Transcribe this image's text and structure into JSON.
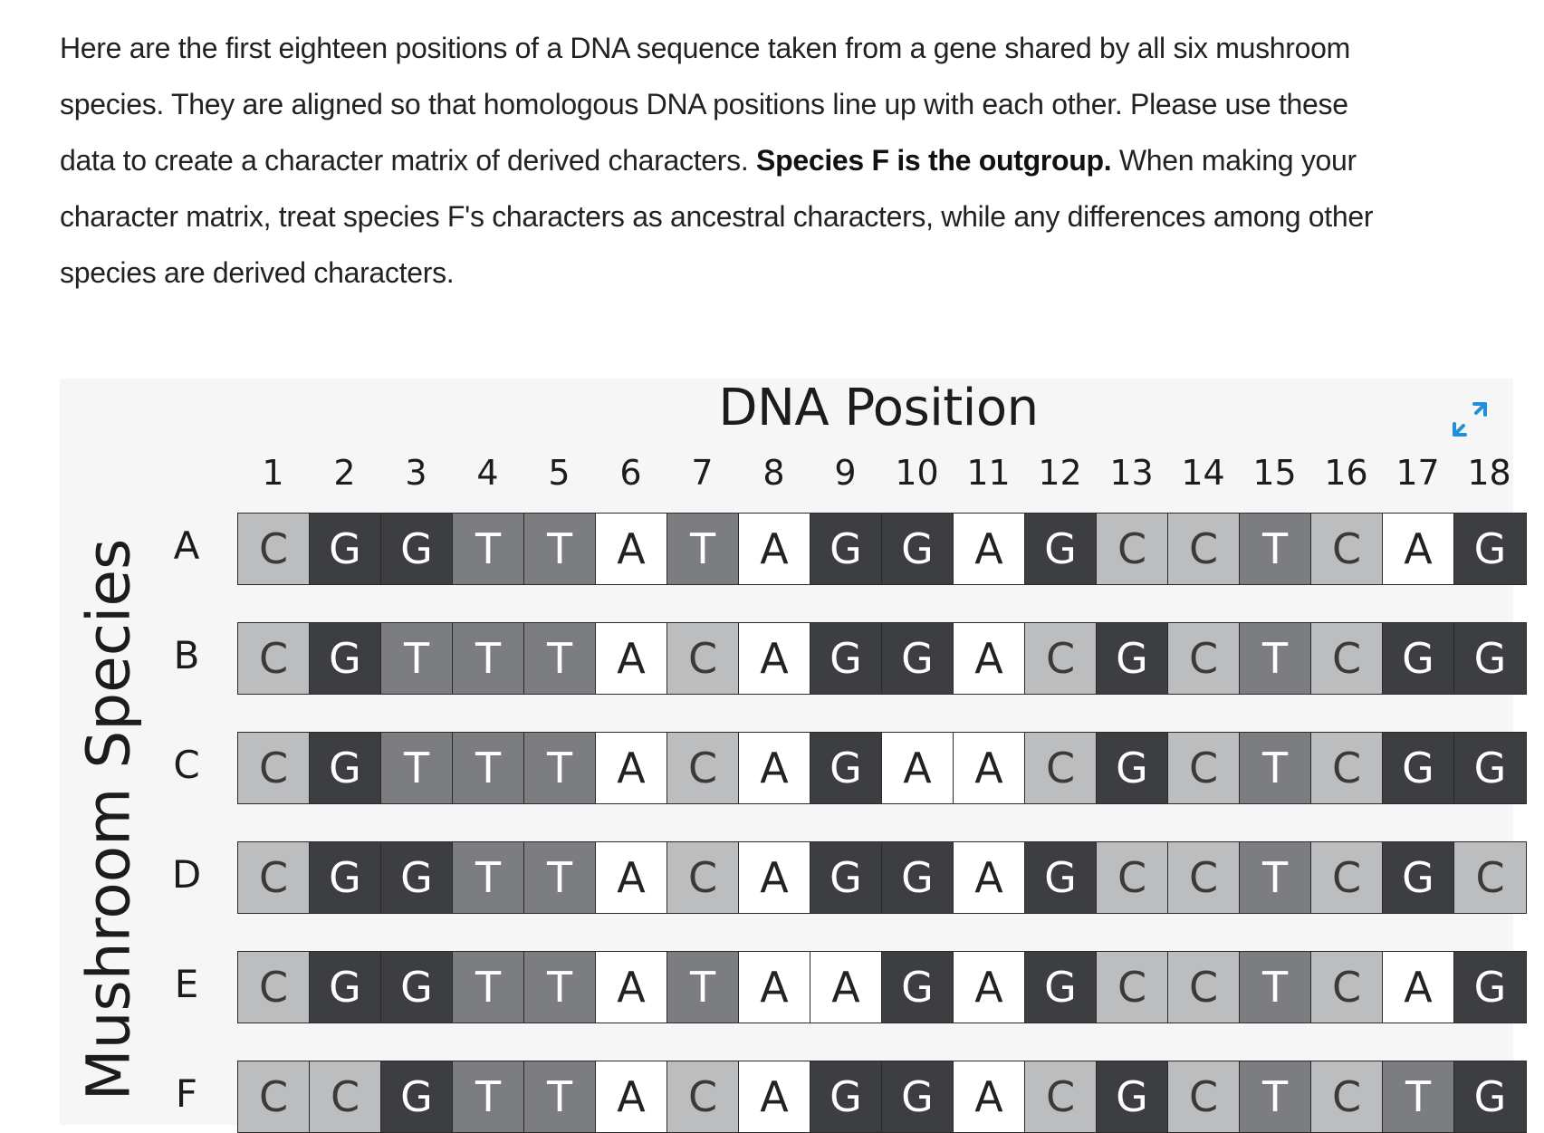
{
  "intro": {
    "line1": "Here are the first eighteen positions of a DNA sequence taken from a gene shared by all six mushroom",
    "line2": "species. They are aligned so that homologous DNA positions line up with each other. Please use these",
    "line3_pre": "data to create a character matrix of derived characters. ",
    "line3_bold": "Species F is the outgroup.",
    "line3_post": " When making your",
    "line4": "character matrix, treat species F's characters as ancestral characters, while any differences among other",
    "line5": "species are derived characters."
  },
  "figure": {
    "title": "DNA Position",
    "y_title": "Mushroom Species",
    "expand_icon": "expand-arrows-icon",
    "positions": [
      "1",
      "2",
      "3",
      "4",
      "5",
      "6",
      "7",
      "8",
      "9",
      "10",
      "11",
      "12",
      "13",
      "14",
      "15",
      "16",
      "17",
      "18"
    ],
    "rows": [
      {
        "label": "A",
        "sequence": [
          "C",
          "G",
          "G",
          "T",
          "T",
          "A",
          "T",
          "A",
          "G",
          "G",
          "A",
          "G",
          "C",
          "C",
          "T",
          "C",
          "A",
          "G"
        ]
      },
      {
        "label": "B",
        "sequence": [
          "C",
          "G",
          "T",
          "T",
          "T",
          "A",
          "C",
          "A",
          "G",
          "G",
          "A",
          "C",
          "G",
          "C",
          "T",
          "C",
          "G",
          "G"
        ]
      },
      {
        "label": "C",
        "sequence": [
          "C",
          "G",
          "T",
          "T",
          "T",
          "A",
          "C",
          "A",
          "G",
          "A",
          "A",
          "C",
          "G",
          "C",
          "T",
          "C",
          "G",
          "G"
        ]
      },
      {
        "label": "D",
        "sequence": [
          "C",
          "G",
          "G",
          "T",
          "T",
          "A",
          "C",
          "A",
          "G",
          "G",
          "A",
          "G",
          "C",
          "C",
          "T",
          "C",
          "G",
          "C"
        ]
      },
      {
        "label": "E",
        "sequence": [
          "C",
          "G",
          "G",
          "T",
          "T",
          "A",
          "T",
          "A",
          "A",
          "G",
          "A",
          "G",
          "C",
          "C",
          "T",
          "C",
          "A",
          "G"
        ]
      },
      {
        "label": "F",
        "sequence": [
          "C",
          "C",
          "G",
          "T",
          "T",
          "A",
          "C",
          "A",
          "G",
          "G",
          "A",
          "C",
          "G",
          "C",
          "T",
          "C",
          "T",
          "G"
        ]
      }
    ],
    "base_colors": {
      "A": "#ffffff",
      "C": "#bcbdbf",
      "G": "#3d3e41",
      "T": "#7b7d80"
    }
  }
}
